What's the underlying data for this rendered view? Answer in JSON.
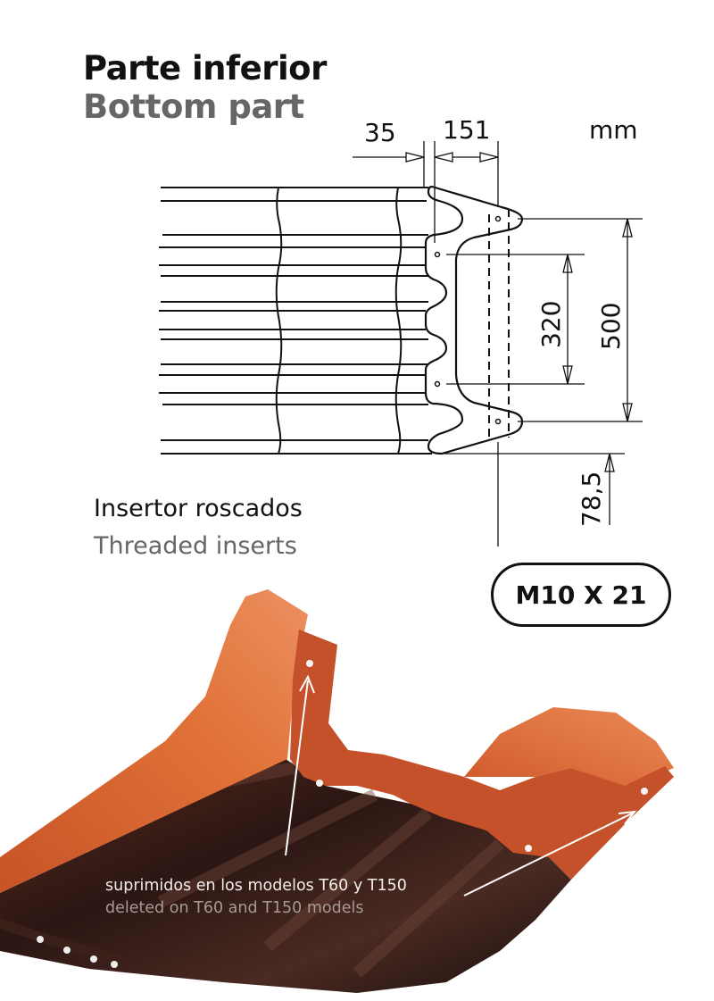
{
  "header": {
    "title_es": "Parte inferior",
    "title_en": "Bottom part"
  },
  "drawing": {
    "unit": "mm",
    "dimensions": {
      "offset": "35",
      "width": "151",
      "inner_spacing": "320",
      "outer_spacing": "500",
      "bottom_offset": "78,5"
    }
  },
  "inserts": {
    "label_es": "Insertor roscados",
    "label_en": "Threaded inserts",
    "spec": "M10 X 21"
  },
  "render": {
    "note_es": "suprimidos en los modelos T60 y T150",
    "note_en": "deleted on T60 and T150 models",
    "colors": {
      "orange": "#d8632c",
      "front_face": "#c4512a",
      "underside": "#2b1613"
    }
  }
}
